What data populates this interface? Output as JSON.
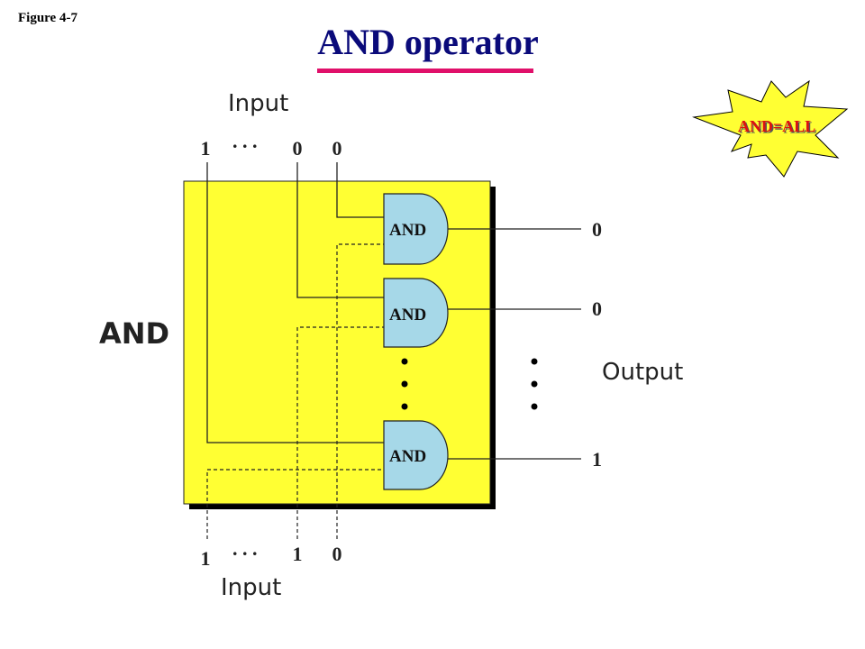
{
  "header": {
    "figure_label": "Figure 4-7",
    "title": "AND operator"
  },
  "burst": {
    "text": "AND=ALL"
  },
  "diagram": {
    "block_label": "AND",
    "gate_label": "AND",
    "top_input_label": "Input",
    "bottom_input_label": "Input",
    "output_label": "Output",
    "ellipsis": ". . .",
    "top_inputs": [
      "1",
      "0",
      "0"
    ],
    "bottom_inputs": [
      "1",
      "1",
      "0"
    ],
    "outputs": [
      "0",
      "0",
      "1"
    ]
  },
  "colors": {
    "title_text": "#0a0a7a",
    "title_underline": "#e0106a",
    "block_fill": "#ffff33",
    "block_shadow": "#000000",
    "gate_fill": "#a6d8e8",
    "burst_fill": "#ffff33",
    "burst_text": "#dd1111"
  }
}
